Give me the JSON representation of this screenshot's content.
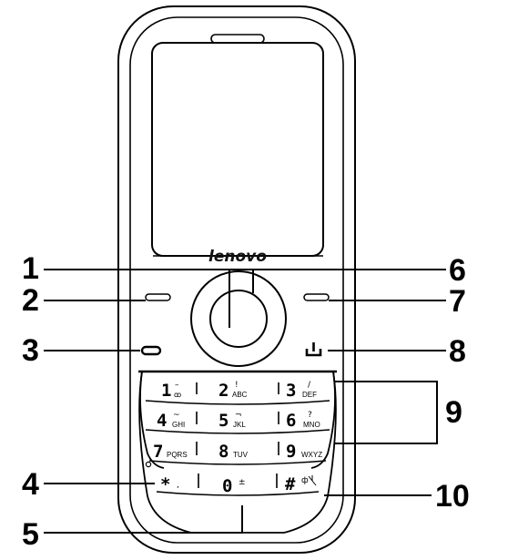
{
  "brand": "lenovo",
  "callouts": {
    "c1": "1",
    "c2": "2",
    "c3": "3",
    "c4": "4",
    "c5": "5",
    "c6": "6",
    "c7": "7",
    "c8": "8",
    "c9": "9",
    "c10": "10"
  },
  "keys": [
    {
      "id": "key-1",
      "main": "1",
      "sub": "ꝏ",
      "sym": "–"
    },
    {
      "id": "key-2",
      "main": "2",
      "sub": "ABC",
      "sym": "!"
    },
    {
      "id": "key-3",
      "main": "3",
      "sub": "DEF",
      "sym": "/"
    },
    {
      "id": "key-4",
      "main": "4",
      "sub": "GHI",
      "sym": "~"
    },
    {
      "id": "key-5",
      "main": "5",
      "sub": "JKL",
      "sym": "¬"
    },
    {
      "id": "key-6",
      "main": "6",
      "sub": "MNO",
      "sym": "?"
    },
    {
      "id": "key-7",
      "main": "7",
      "sub": "PQRS",
      "sym": ""
    },
    {
      "id": "key-8",
      "main": "8",
      "sub": "TUV",
      "sym": ""
    },
    {
      "id": "key-9",
      "main": "9",
      "sub": "WXYZ",
      "sym": ""
    },
    {
      "id": "key-star",
      "main": "*",
      "sub": "",
      "sym": ","
    },
    {
      "id": "key-0",
      "main": "0",
      "sub": "",
      "sym": "±"
    },
    {
      "id": "key-hash",
      "main": "#",
      "sub": "",
      "sym": "ф"
    }
  ],
  "icons": {
    "left_soft": "left-soft-key-icon",
    "right_soft": "right-soft-key-icon",
    "call": "call-key-icon",
    "end": "end-power-key-icon",
    "nav": "navigation-ring-icon",
    "ok": "center-ok-key-icon",
    "earpiece": "earpiece-icon",
    "silent": "silent-mode-icon"
  }
}
